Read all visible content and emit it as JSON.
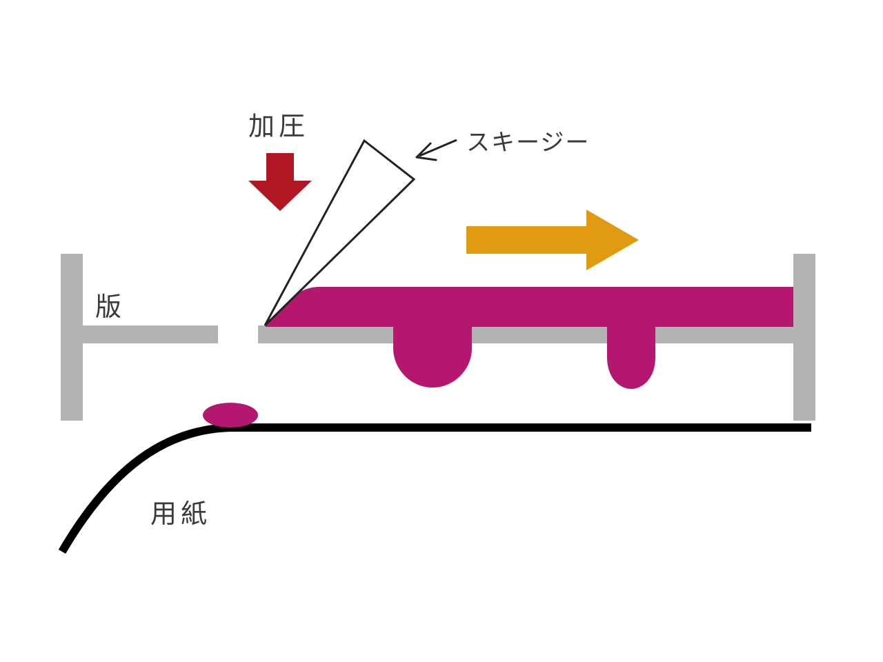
{
  "labels": {
    "pressure": "加圧",
    "squeegee": "スキージー",
    "plate": "版",
    "paper": "用紙"
  },
  "colors": {
    "ink": "#b5166f",
    "pressure_arrow": "#b01722",
    "direction_arrow": "#e09a12",
    "plate_frame": "#b3b3b3",
    "paper_line": "#000000",
    "squeegee_outline": "#222222",
    "text": "#3a3a3a"
  },
  "icons": {
    "pressure": "arrow-down-icon",
    "direction": "arrow-right-icon",
    "squeegee_pointer": "arrow-left-icon"
  }
}
